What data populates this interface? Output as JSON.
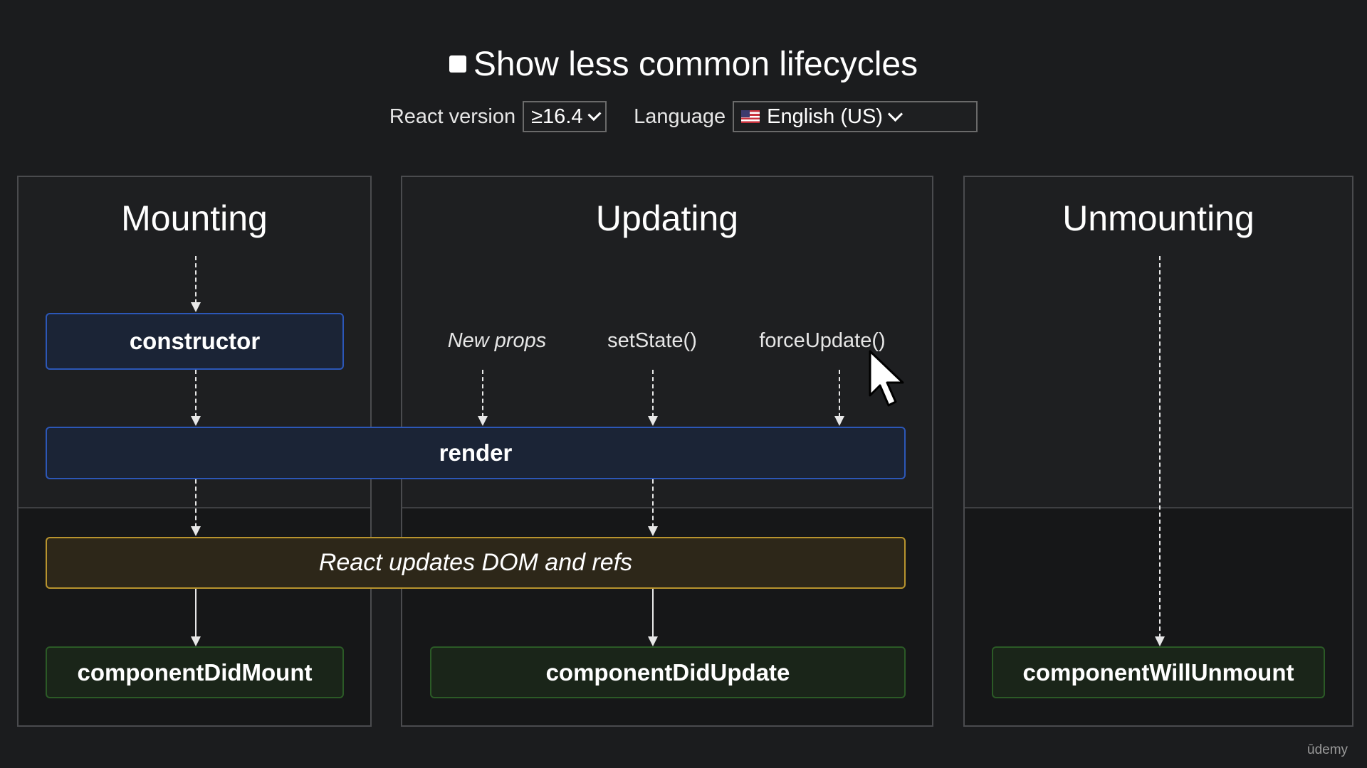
{
  "header": {
    "toggle_label": "Show less common lifecycles",
    "react_version_label": "React version",
    "react_version_value": "≥16.4",
    "language_label": "Language",
    "language_value": "English (US)"
  },
  "columns": {
    "mounting": {
      "title": "Mounting"
    },
    "updating": {
      "title": "Updating"
    },
    "unmounting": {
      "title": "Unmounting"
    }
  },
  "triggers": {
    "new_props": "New props",
    "set_state": "setState()",
    "force_update": "forceUpdate()"
  },
  "methods": {
    "constructor": "constructor",
    "render": "render",
    "dom_update": "React updates DOM and refs",
    "did_mount": "componentDidMount",
    "did_update": "componentDidUpdate",
    "will_unmount": "componentWillUnmount"
  },
  "colors": {
    "render_phase": "#2c57b8",
    "commit_phase": "#b8942e",
    "lifecycle_method": "#2b5a26"
  },
  "watermark": "ūdemy"
}
